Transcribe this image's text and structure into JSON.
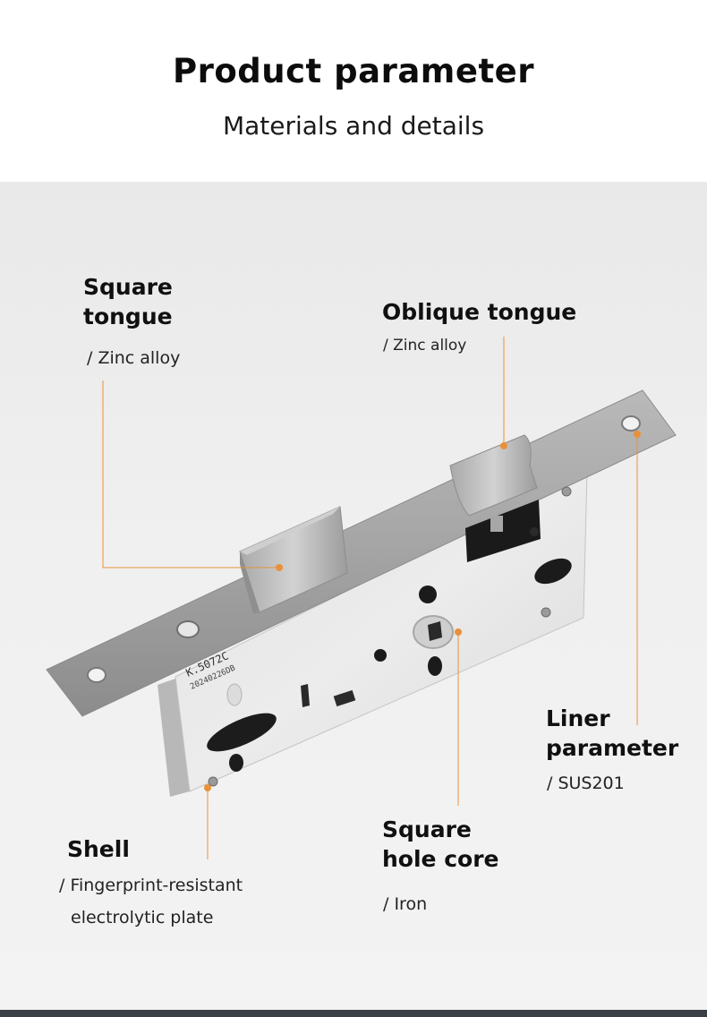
{
  "header": {
    "title": "Product parameter",
    "subtitle": "Materials and details"
  },
  "product": {
    "engraving_model": "K.5072C",
    "engraving_serial": "20240226DB"
  },
  "callouts": [
    {
      "id": "square-tongue",
      "title_lines": [
        "Square",
        "tongue"
      ],
      "sub_lines": [
        "/ Zinc alloy"
      ]
    },
    {
      "id": "oblique-tongue",
      "title_lines": [
        "Oblique tongue"
      ],
      "sub_lines": [
        "/ Zinc alloy"
      ]
    },
    {
      "id": "liner-parameter",
      "title_lines": [
        "Liner",
        "parameter"
      ],
      "sub_lines": [
        "/ SUS201"
      ]
    },
    {
      "id": "square-hole-core",
      "title_lines": [
        "Square",
        "hole core"
      ],
      "sub_lines": [
        "/ Iron"
      ]
    },
    {
      "id": "shell",
      "title_lines": [
        "Shell"
      ],
      "sub_lines": [
        "/ Fingerprint-resistant",
        "electrolytic plate"
      ]
    }
  ],
  "colors": {
    "accent": "#e8913a",
    "stage_bg": "#efefef",
    "bottom_strip": "#3a3f45"
  }
}
